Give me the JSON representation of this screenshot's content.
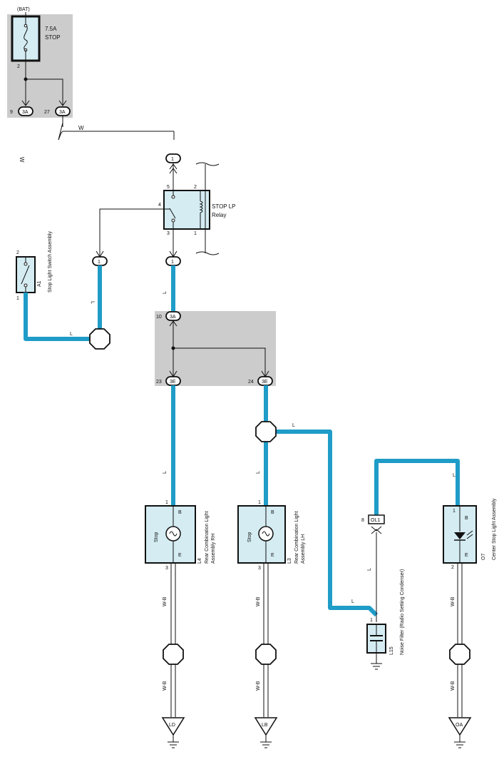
{
  "power": {
    "source": "(BAT)",
    "fuse_rating": "7.5A",
    "fuse_name": "STOP",
    "fuse_pin": "2"
  },
  "connectors": {
    "bat_out_1": {
      "pin": "9",
      "code": "3A"
    },
    "bat_out_2": {
      "pin": "27",
      "code": "3A"
    },
    "relay_top": {
      "code": "1"
    },
    "relay_bottom": {
      "code": "1"
    },
    "relay_side": {
      "code": "1"
    },
    "junction_in": {
      "pin": "10",
      "code": "3A"
    },
    "junction_out_rh": {
      "pin": "23",
      "code": "3E"
    },
    "junction_out_lh": {
      "pin": "24",
      "code": "3E"
    },
    "noise_filter_conn": {
      "pin": "8",
      "code": "OL1"
    }
  },
  "wire_colors": {
    "w_top": "W",
    "w_left": "W",
    "l_a1": "L",
    "l_bottom_a1": "L",
    "l_relay": "L",
    "l_rh": "L",
    "l_lh": "L",
    "l_branch": "L",
    "l_filter": "L",
    "l_filter2": "L",
    "l_center": "L",
    "wb_rh_1": "W-B",
    "wb_rh_2": "W-B",
    "wb_lh_1": "W-B",
    "wb_lh_2": "W-B",
    "wb_c_1": "W-B",
    "wb_c_2": "W-B"
  },
  "relay": {
    "name_line1": "STOP LP",
    "name_line2": "Relay",
    "pin5": "5",
    "pin2": "2",
    "pin4": "4",
    "pin3": "3",
    "pin1": "1"
  },
  "stop_switch": {
    "code": "A1",
    "name": "Stop Light Switch Assembly",
    "pin_top": "2",
    "pin_bottom": "1"
  },
  "lamp_rh": {
    "code": "L4",
    "name_line1": "Rear Combination Light",
    "name_line2": "Assembly RH",
    "label": "Stop",
    "term_b": "B",
    "term_e": "E",
    "pin_in": "1",
    "pin_out": "3"
  },
  "lamp_lh": {
    "code": "L3",
    "name_line1": "Rear Combination Light",
    "name_line2": "Assembly LH",
    "label": "Stop",
    "term_b": "B",
    "term_e": "E",
    "pin_in": "1",
    "pin_out": "3"
  },
  "noise_filter": {
    "code": "L15",
    "name": "Noise Filter (Radio Setting Condenser)",
    "pin": "1"
  },
  "center_light": {
    "code": "O7",
    "name": "Center Stop Light Assembly",
    "term_b": "B",
    "term_e": "E",
    "pin_in": "1",
    "pin_out": "2"
  },
  "grounds": {
    "rh": "LD",
    "lh": "LB",
    "center": "OA"
  }
}
